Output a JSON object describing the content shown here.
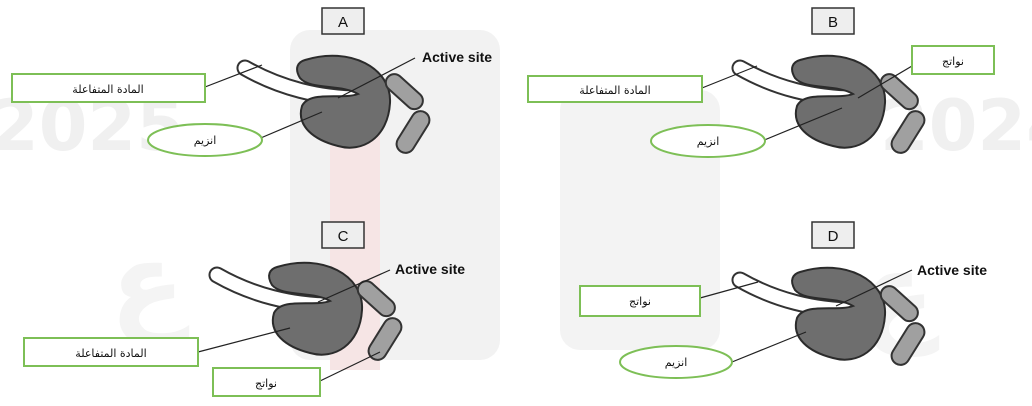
{
  "watermark": {
    "left_text": "2025",
    "right_text": "2024",
    "arabic_glyph": "ع",
    "color": "#f0f0f0"
  },
  "colors": {
    "substrate_box": "#7dbf56",
    "enzyme_oval": "#7dbf56",
    "enzyme_fill": "#6e6e6e",
    "product_fill": "#a0a0a0",
    "flag_red": "#f4dede",
    "flag_green": "#e8f3e8"
  },
  "panels": [
    {
      "letter": "A",
      "active_site": "Active site",
      "substrate": "المادة المتفاعلة",
      "enzyme": "انزيم"
    },
    {
      "letter": "B",
      "products": "نواتج",
      "substrate": "المادة المتفاعلة",
      "enzyme": "انزيم"
    },
    {
      "letter": "C",
      "active_site": "Active site",
      "substrate": "المادة المتفاعلة",
      "products": "نواتج"
    },
    {
      "letter": "D",
      "active_site": "Active site",
      "products": "نواتج",
      "enzyme": "انزيم"
    }
  ]
}
